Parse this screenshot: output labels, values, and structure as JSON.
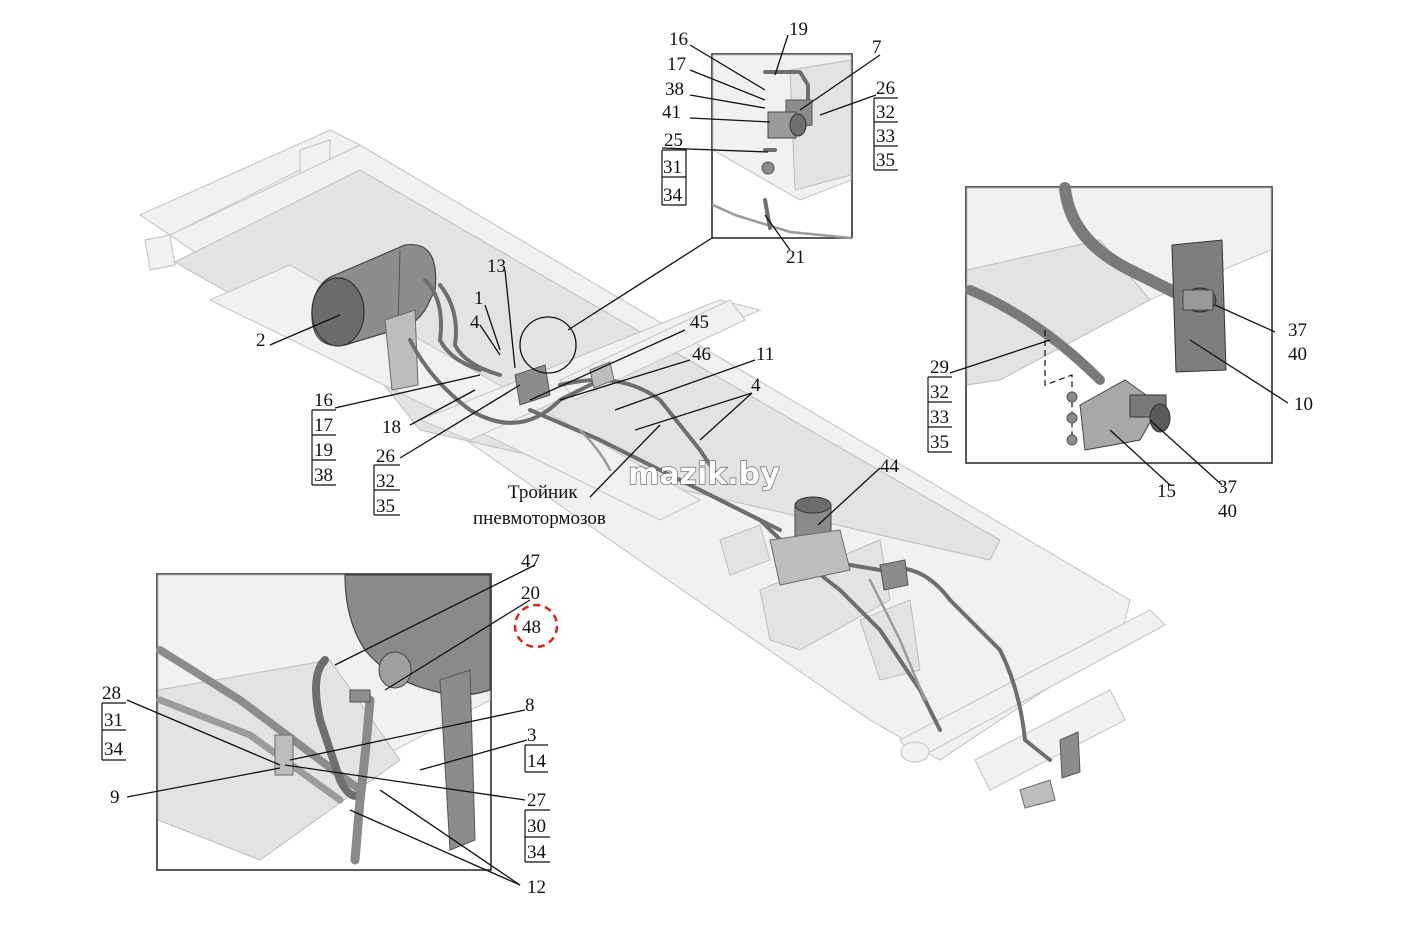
{
  "watermark": "mazik.by",
  "tee_label": {
    "line1": "Тройник",
    "line2": "пневмотормозов"
  },
  "labels": {
    "l1": "1",
    "l2": "2",
    "l3": "3",
    "l4a": "4",
    "l4b": "4",
    "l7": "7",
    "l8": "8",
    "l9": "9",
    "l10": "10",
    "l11": "11",
    "l12": "12",
    "l13": "13",
    "l14": "14",
    "l15": "15",
    "l16a": "16",
    "l16b": "16",
    "l17a": "17",
    "l17b": "17",
    "l18": "18",
    "l19a": "19",
    "l19b": "19",
    "l20": "20",
    "l21": "21",
    "l25": "25",
    "l26a": "26",
    "l26b": "26",
    "l27": "27",
    "l28": "28",
    "l29": "29",
    "l30": "30",
    "l31a": "31",
    "l31b": "31",
    "l32a": "32",
    "l32b": "32",
    "l32c": "32",
    "l33a": "33",
    "l33b": "33",
    "l34a": "34",
    "l34b": "34",
    "l34c": "34",
    "l35a": "35",
    "l35b": "35",
    "l35c": "35",
    "l37a": "37",
    "l37b": "37",
    "l38a": "38",
    "l38b": "38",
    "l40a": "40",
    "l40b": "40",
    "l41": "41",
    "l44": "44",
    "l45": "45",
    "l46": "46",
    "l47": "47",
    "l48": "48"
  },
  "highlight_color": "#e02020"
}
